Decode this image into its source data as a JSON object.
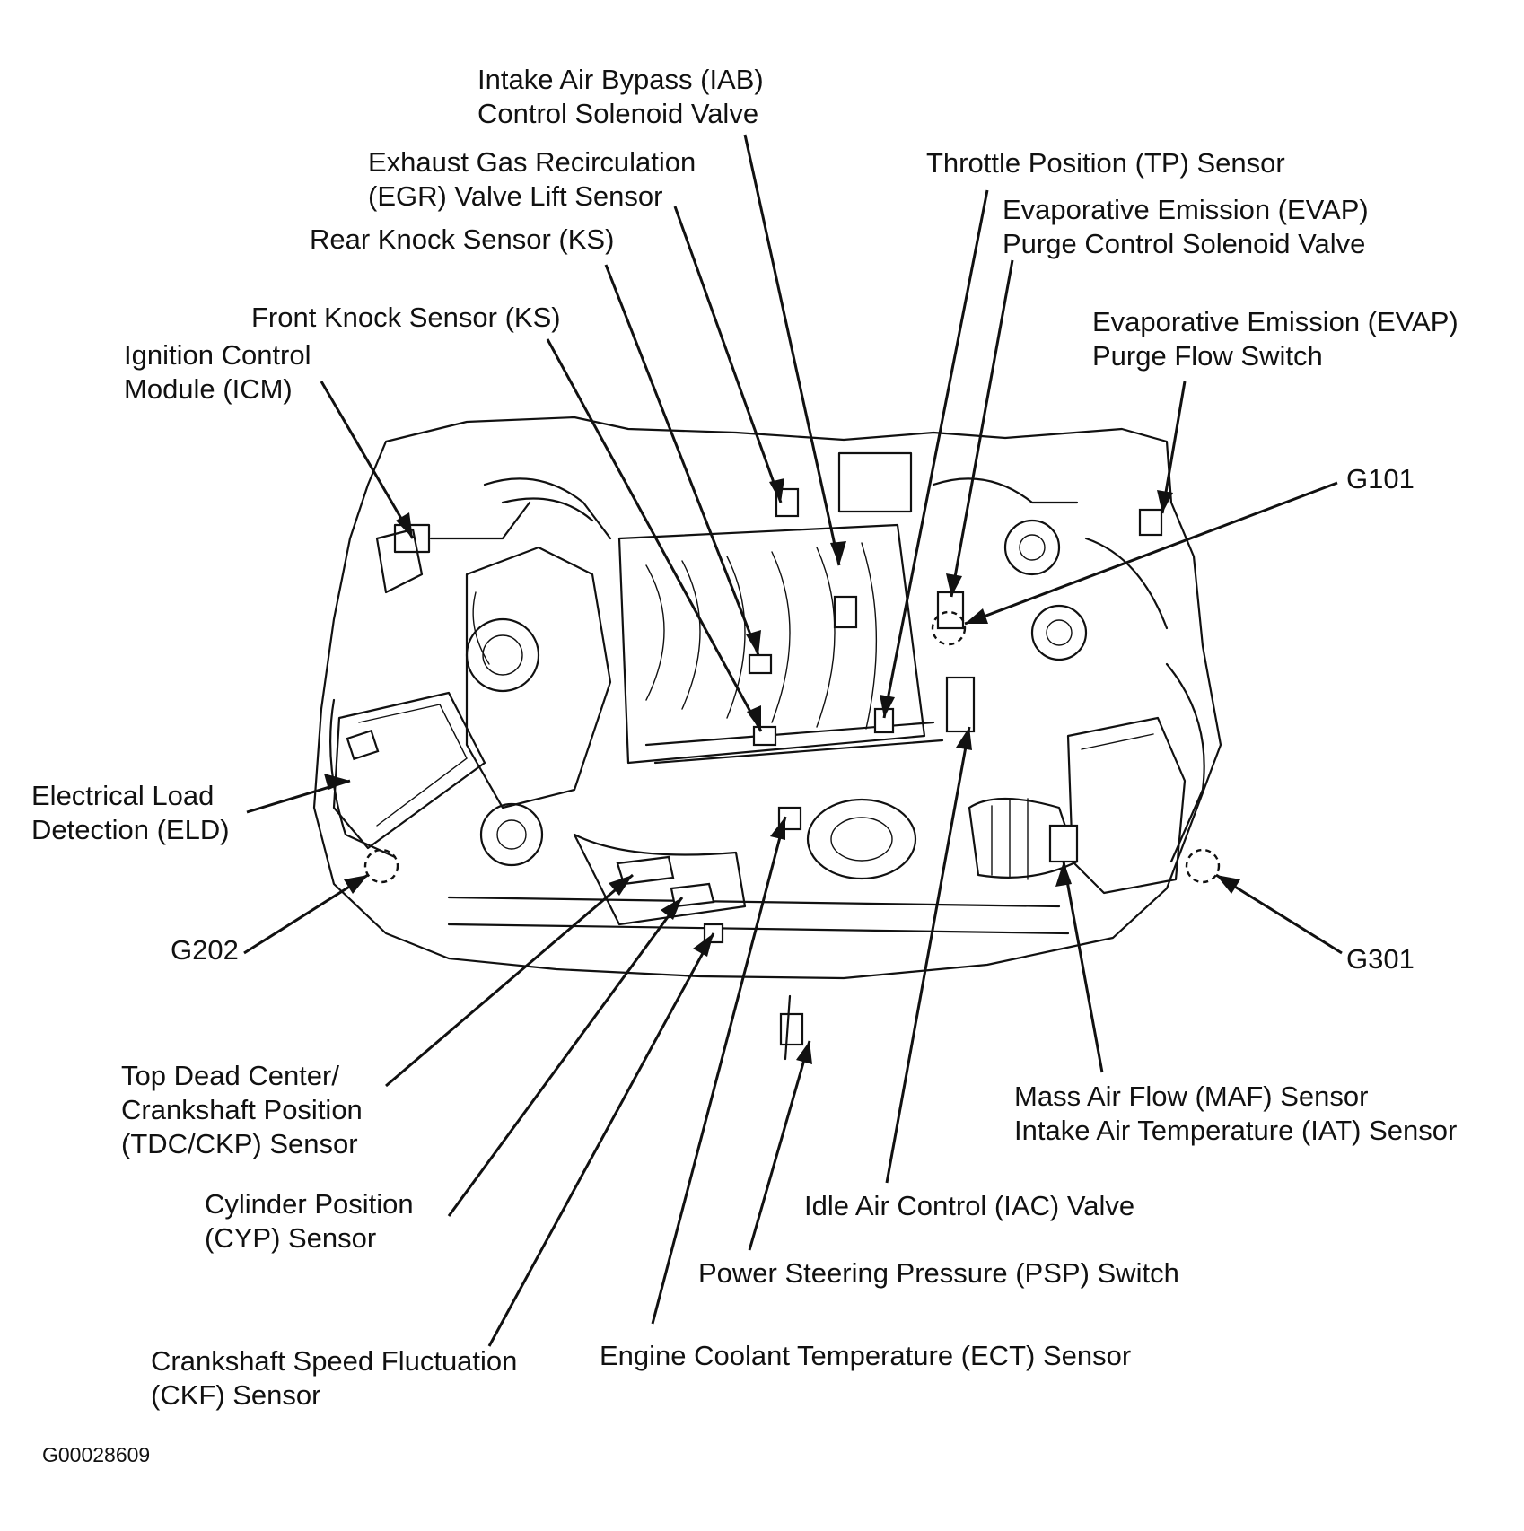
{
  "figure_id": "G00028609",
  "labels": {
    "iab": [
      "Intake Air Bypass (IAB)",
      "Control Solenoid Valve"
    ],
    "egr": [
      "Exhaust Gas Recirculation",
      "(EGR) Valve Lift Sensor"
    ],
    "rear_ks": [
      "Rear Knock Sensor (KS)"
    ],
    "front_ks": [
      "Front Knock Sensor (KS)"
    ],
    "icm": [
      "Ignition Control",
      "Module (ICM)"
    ],
    "tp": [
      "Throttle Position (TP) Sensor"
    ],
    "evap_purge_valve": [
      "Evaporative Emission (EVAP)",
      "Purge Control Solenoid Valve"
    ],
    "evap_flow_switch": [
      "Evaporative Emission (EVAP)",
      "Purge Flow Switch"
    ],
    "g101": [
      "G101"
    ],
    "eld": [
      "Electrical Load",
      "Detection (ELD)"
    ],
    "g202": [
      "G202"
    ],
    "g301": [
      "G301"
    ],
    "tdc_ckp": [
      "Top Dead Center/",
      "Crankshaft Position",
      "(TDC/CKP) Sensor"
    ],
    "maf_iat": [
      "Mass Air Flow (MAF) Sensor",
      "Intake Air Temperature (IAT) Sensor"
    ],
    "cyp": [
      "Cylinder Position",
      "(CYP) Sensor"
    ],
    "iac": [
      "Idle Air Control (IAC) Valve"
    ],
    "psp": [
      "Power Steering Pressure (PSP) Switch"
    ],
    "ckf": [
      "Crankshaft Speed Fluctuation",
      "(CKF) Sensor"
    ],
    "ect": [
      "Engine Coolant Temperature (ECT) Sensor"
    ]
  }
}
